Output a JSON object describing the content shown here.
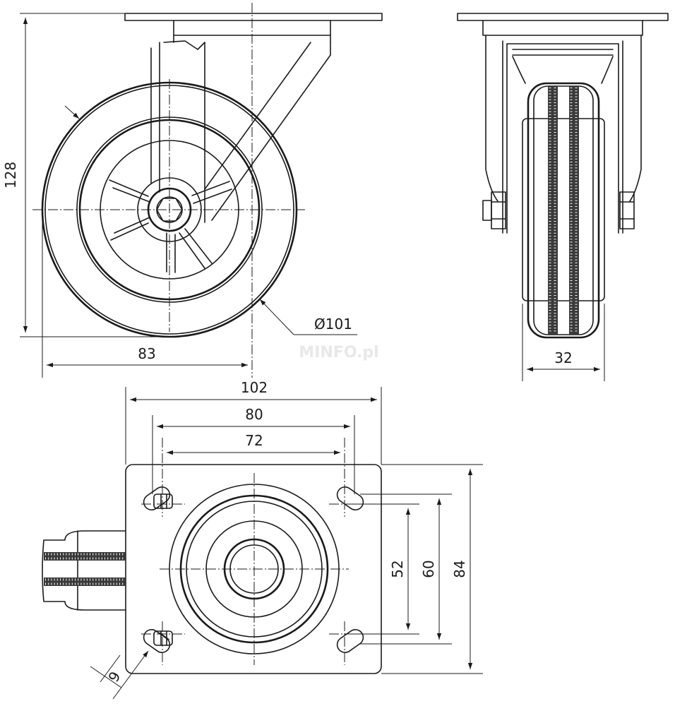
{
  "dimensions": {
    "height": "128",
    "width_side": "83",
    "diameter": "Ø101",
    "wheel_width": "32",
    "plate_width": "102",
    "hole_spacing_outer": "80",
    "hole_spacing_inner": "72",
    "hole_vertical_inner": "52",
    "hole_vertical_outer": "60",
    "plate_height": "84",
    "hole_diameter": "9"
  },
  "watermark": "MINFO.pl"
}
